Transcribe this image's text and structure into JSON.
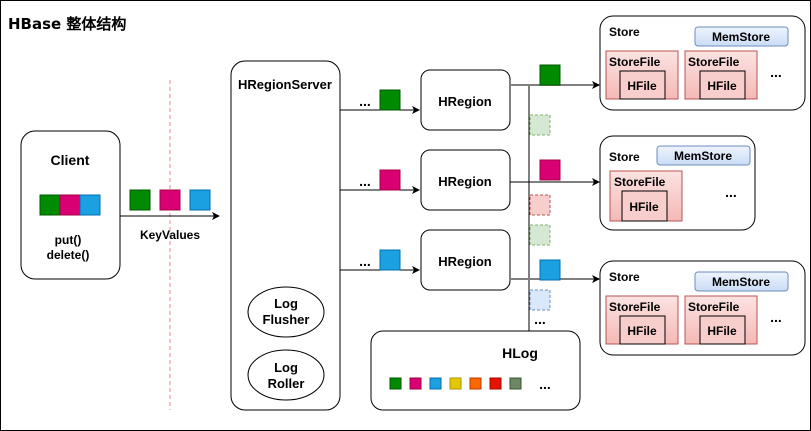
{
  "title": "HBase 整体结构",
  "client": {
    "label": "Client",
    "methods": [
      "put()",
      "delete()"
    ],
    "colors": [
      "green",
      "pink",
      "blue"
    ]
  },
  "keyvalues": {
    "label": "KeyValues",
    "colors": [
      "green",
      "pink",
      "blue"
    ]
  },
  "region_server": {
    "label": "HRegionServer",
    "components": [
      {
        "line1": "Log",
        "line2": "Flusher"
      },
      {
        "line1": "Log",
        "line2": "Roller"
      }
    ]
  },
  "regions": [
    {
      "label": "HRegion",
      "color": "green",
      "ellipsis": "..."
    },
    {
      "label": "HRegion",
      "color": "pink",
      "ellipsis": "..."
    },
    {
      "label": "HRegion",
      "color": "blue",
      "ellipsis": "..."
    }
  ],
  "wal_blocks": [
    "green",
    "pink",
    "blue"
  ],
  "wal_pending": [
    "green",
    "pink",
    "green",
    "blue"
  ],
  "wal_ellipsis": "...",
  "stores": [
    {
      "label": "Store",
      "memstore": "MemStore",
      "storefiles": [
        {
          "label": "StoreFile",
          "hfile": "HFile"
        },
        {
          "label": "StoreFile",
          "hfile": "HFile"
        }
      ],
      "ellipsis": "..."
    },
    {
      "label": "Store",
      "memstore": "MemStore",
      "storefiles": [
        {
          "label": "StoreFile",
          "hfile": "HFile"
        }
      ],
      "ellipsis": "..."
    },
    {
      "label": "Store",
      "memstore": "MemStore",
      "storefiles": [
        {
          "label": "StoreFile",
          "hfile": "HFile"
        },
        {
          "label": "StoreFile",
          "hfile": "HFile"
        }
      ],
      "ellipsis": "..."
    }
  ],
  "hlog": {
    "label": "HLog",
    "entries": [
      "green",
      "pink",
      "blue",
      "yellow",
      "orange",
      "red",
      "olive"
    ],
    "ellipsis": "..."
  },
  "colors": {
    "green": {
      "fill": "#008a00",
      "stroke": "#005700"
    },
    "pink": {
      "fill": "#d80073",
      "stroke": "#a50040"
    },
    "blue": {
      "fill": "#1ba1e2",
      "stroke": "#006eaf"
    },
    "yellow": {
      "fill": "#e3c800",
      "stroke": "#b09500"
    },
    "orange": {
      "fill": "#fa6800",
      "stroke": "#c73500"
    },
    "red": {
      "fill": "#e51400",
      "stroke": "#b20000"
    },
    "olive": {
      "fill": "#6d8764",
      "stroke": "#3a5431"
    },
    "pending_green": {
      "fill": "#d5e8d4",
      "stroke": "#82b366"
    },
    "pending_pink": {
      "fill": "#f8cecc",
      "stroke": "#b85450"
    },
    "pending_blue": {
      "fill": "#dae8fc",
      "stroke": "#6c8ebf"
    },
    "storefile_fill": "#f8cecc",
    "storefile_stroke": "#b85450",
    "memstore_fill": "#dae8fc",
    "memstore_stroke": "#6c8ebf",
    "separator": "#f19c99"
  }
}
